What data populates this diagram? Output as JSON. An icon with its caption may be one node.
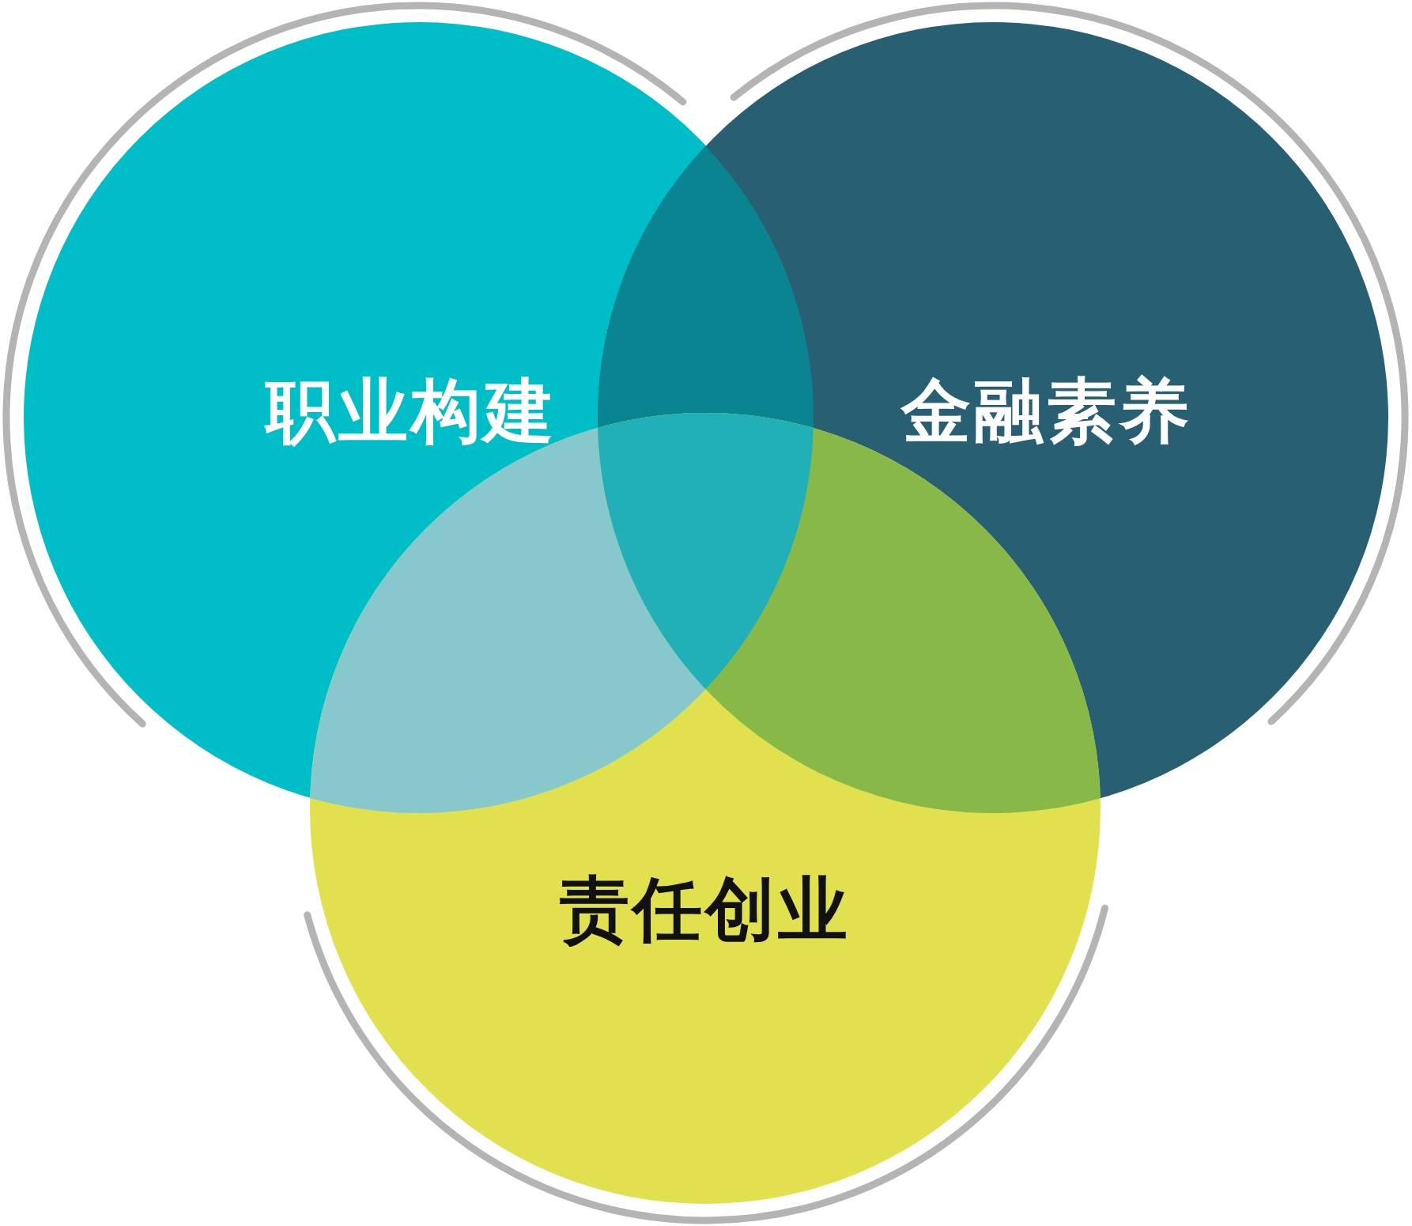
{
  "diagram": {
    "nodes": [
      {
        "text": [
          "职业构建"
        ]
      },
      {
        "text": [
          "金融素养"
        ]
      },
      {
        "text": [
          "责任创业"
        ]
      }
    ]
  }
}
